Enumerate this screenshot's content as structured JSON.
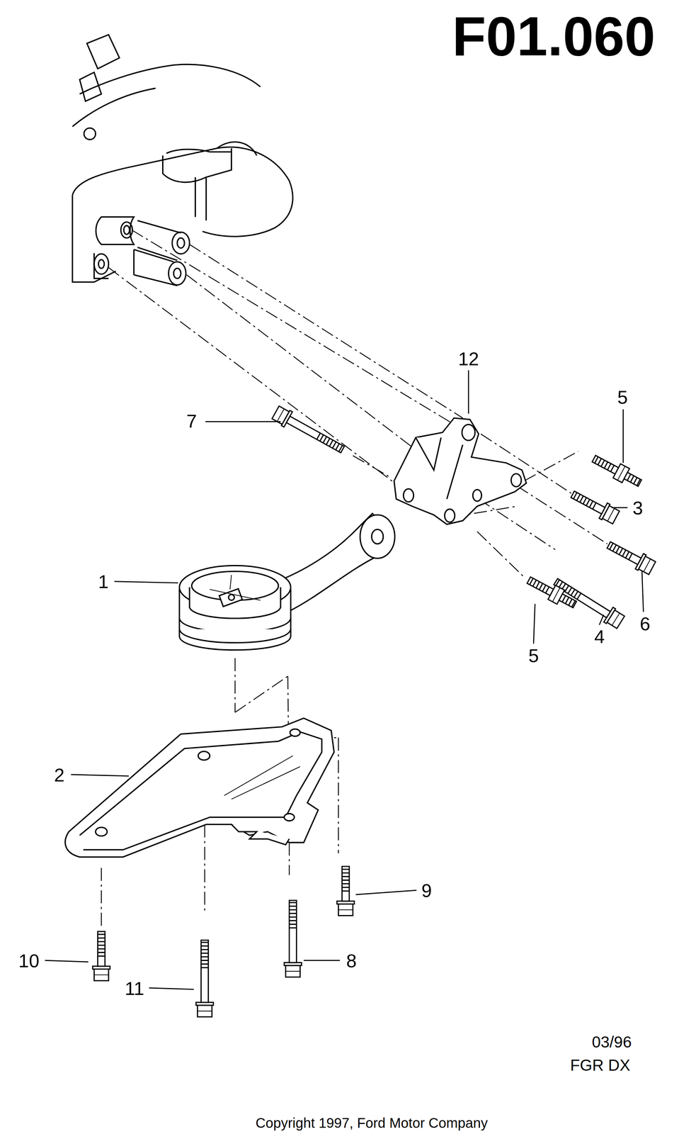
{
  "diagram": {
    "title": "F01.060",
    "caption": "Copyright 1997, Ford Motor Company",
    "labels": [
      "12",
      "7",
      "5",
      "3",
      "1",
      "4",
      "6",
      "5",
      "2",
      "9",
      "10",
      "8",
      "11",
      "03/96",
      "FGR DX"
    ]
  }
}
